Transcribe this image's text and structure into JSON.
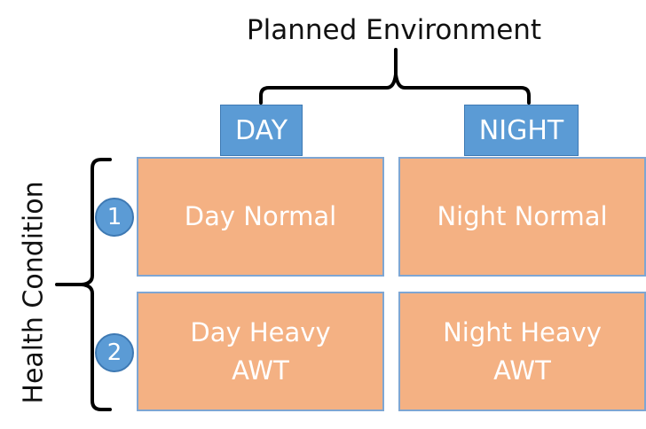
{
  "diagram": {
    "title": "Planned Environment",
    "row_axis_label": "Health Condition",
    "columns": [
      {
        "label": "DAY"
      },
      {
        "label": "NIGHT"
      }
    ],
    "rows": [
      {
        "number": "1",
        "cells": [
          [
            "Day Normal"
          ],
          [
            "Night Normal"
          ]
        ]
      },
      {
        "number": "2",
        "cells": [
          [
            "Day Heavy",
            "AWT"
          ],
          [
            "Night Heavy",
            "AWT"
          ]
        ]
      }
    ],
    "colors": {
      "header_fill": "#5b9bd5",
      "cell_fill": "#f4b183",
      "cell_border": "#7ea6d3",
      "bracket": "#000000"
    }
  }
}
